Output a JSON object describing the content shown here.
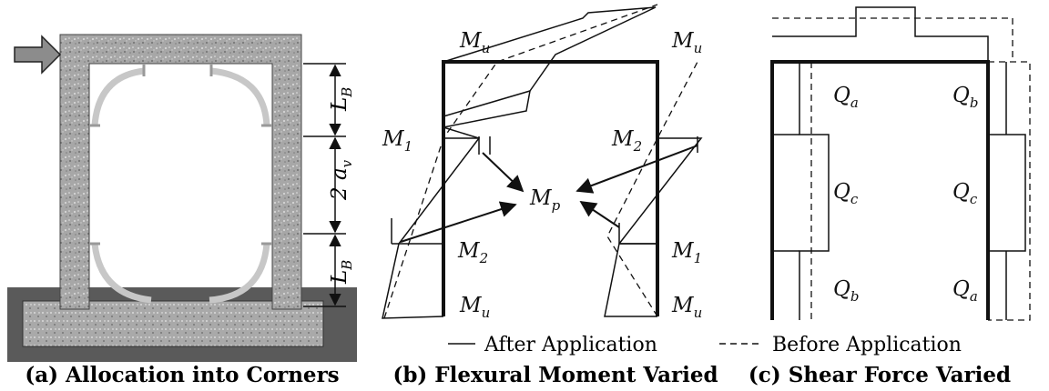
{
  "panels": {
    "a": {
      "caption": "(a) Allocation into Corners",
      "dims": [
        {
          "main": "L",
          "sub": "B"
        },
        {
          "main": "2 a",
          "sub": "v"
        },
        {
          "main": "L",
          "sub": "B"
        }
      ]
    },
    "b": {
      "caption": "(b) Flexural Moment Varied",
      "labels": {
        "mu_tl": {
          "main": "M",
          "sub": "u"
        },
        "mu_tr": {
          "main": "M",
          "sub": "u"
        },
        "m1_l": {
          "main": "M",
          "sub": "1"
        },
        "m2_r": {
          "main": "M",
          "sub": "2"
        },
        "mp": {
          "main": "M",
          "sub": "p"
        },
        "m2_l": {
          "main": "M",
          "sub": "2"
        },
        "m1_r": {
          "main": "M",
          "sub": "1"
        },
        "mu_bl": {
          "main": "M",
          "sub": "u"
        },
        "mu_br": {
          "main": "M",
          "sub": "u"
        }
      }
    },
    "c": {
      "caption": "(c) Shear Force Varied",
      "labels": {
        "qa_tl": {
          "main": "Q",
          "sub": "a"
        },
        "qb_tr": {
          "main": "Q",
          "sub": "b"
        },
        "qc_l": {
          "main": "Q",
          "sub": "c"
        },
        "qc_r": {
          "main": "Q",
          "sub": "c"
        },
        "qb_bl": {
          "main": "Q",
          "sub": "b"
        },
        "qa_br": {
          "main": "Q",
          "sub": "a"
        }
      }
    }
  },
  "legend": {
    "after": "After Application",
    "before": "Before Application"
  }
}
